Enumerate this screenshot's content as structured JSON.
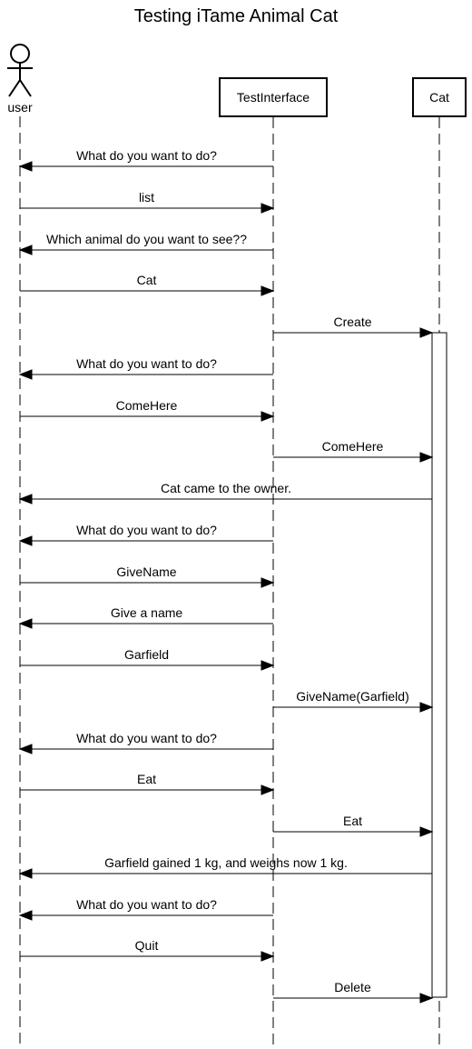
{
  "title": "Testing iTame Animal Cat",
  "participants": [
    {
      "id": "user",
      "label": "user",
      "kind": "actor"
    },
    {
      "id": "iface",
      "label": "TestInterface",
      "kind": "box"
    },
    {
      "id": "cat",
      "label": "Cat",
      "kind": "box"
    }
  ],
  "messages": [
    {
      "label": "What do you want to do?",
      "from": "iface",
      "to": "user"
    },
    {
      "label": "list",
      "from": "user",
      "to": "iface"
    },
    {
      "label": "Which animal do you want to see??",
      "from": "iface",
      "to": "user"
    },
    {
      "label": "Cat",
      "from": "user",
      "to": "iface"
    },
    {
      "label": "Create",
      "from": "iface",
      "to": "cat"
    },
    {
      "label": "What do you want to do?",
      "from": "iface",
      "to": "user"
    },
    {
      "label": "ComeHere",
      "from": "user",
      "to": "iface"
    },
    {
      "label": "ComeHere",
      "from": "iface",
      "to": "cat"
    },
    {
      "label": "Cat came to the owner.",
      "from": "cat",
      "to": "user"
    },
    {
      "label": "What do you want to do?",
      "from": "iface",
      "to": "user"
    },
    {
      "label": "GiveName",
      "from": "user",
      "to": "iface"
    },
    {
      "label": "Give a name",
      "from": "iface",
      "to": "user"
    },
    {
      "label": "Garfield",
      "from": "user",
      "to": "iface"
    },
    {
      "label": "GiveName(Garfield)",
      "from": "iface",
      "to": "cat"
    },
    {
      "label": "What do you want to do?",
      "from": "iface",
      "to": "user"
    },
    {
      "label": "Eat",
      "from": "user",
      "to": "iface"
    },
    {
      "label": "Eat",
      "from": "iface",
      "to": "cat"
    },
    {
      "label": "Garfield gained 1 kg, and weighs now 1 kg.",
      "from": "cat",
      "to": "user"
    },
    {
      "label": "What do you want to do?",
      "from": "iface",
      "to": "user"
    },
    {
      "label": "Quit",
      "from": "user",
      "to": "iface"
    },
    {
      "label": "Delete",
      "from": "iface",
      "to": "cat"
    }
  ]
}
